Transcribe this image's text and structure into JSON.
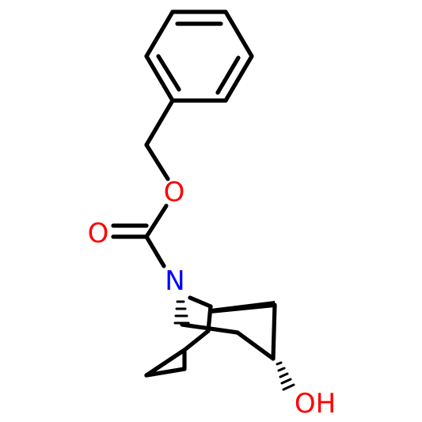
{
  "molecule": {
    "atoms": {
      "O_ester": {
        "label": "O",
        "color": "#ff0000"
      },
      "O_carbonyl": {
        "label": "O",
        "color": "#ff0000"
      },
      "N": {
        "label": "N",
        "color": "#0000ff"
      },
      "OH": {
        "label": "OH",
        "color": "#ff0000"
      }
    },
    "bond_color": "#000000",
    "background": "#ffffff"
  }
}
